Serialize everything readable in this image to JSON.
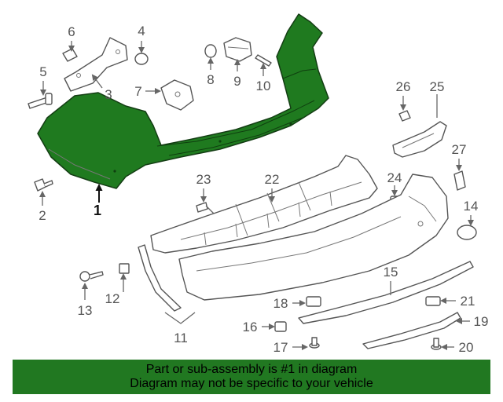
{
  "diagram": {
    "highlight_color": "#1f7a1f",
    "labels": {
      "p1": "1",
      "p2": "2",
      "p3": "3",
      "p4": "4",
      "p5": "5",
      "p6": "6",
      "p7": "7",
      "p8": "8",
      "p9": "9",
      "p10": "10",
      "p11": "11",
      "p12": "12",
      "p13": "13",
      "p14": "14",
      "p15": "15",
      "p16": "16",
      "p17": "17",
      "p18": "18",
      "p19": "19",
      "p20": "20",
      "p21": "21",
      "p22": "22",
      "p23": "23",
      "p24": "24",
      "p25": "25",
      "p26": "26",
      "p27": "27"
    }
  },
  "footer": {
    "line1": "Part or sub-assembly is #1 in diagram",
    "line2": "Diagram may not be specific to your vehicle",
    "background": "#217821"
  }
}
